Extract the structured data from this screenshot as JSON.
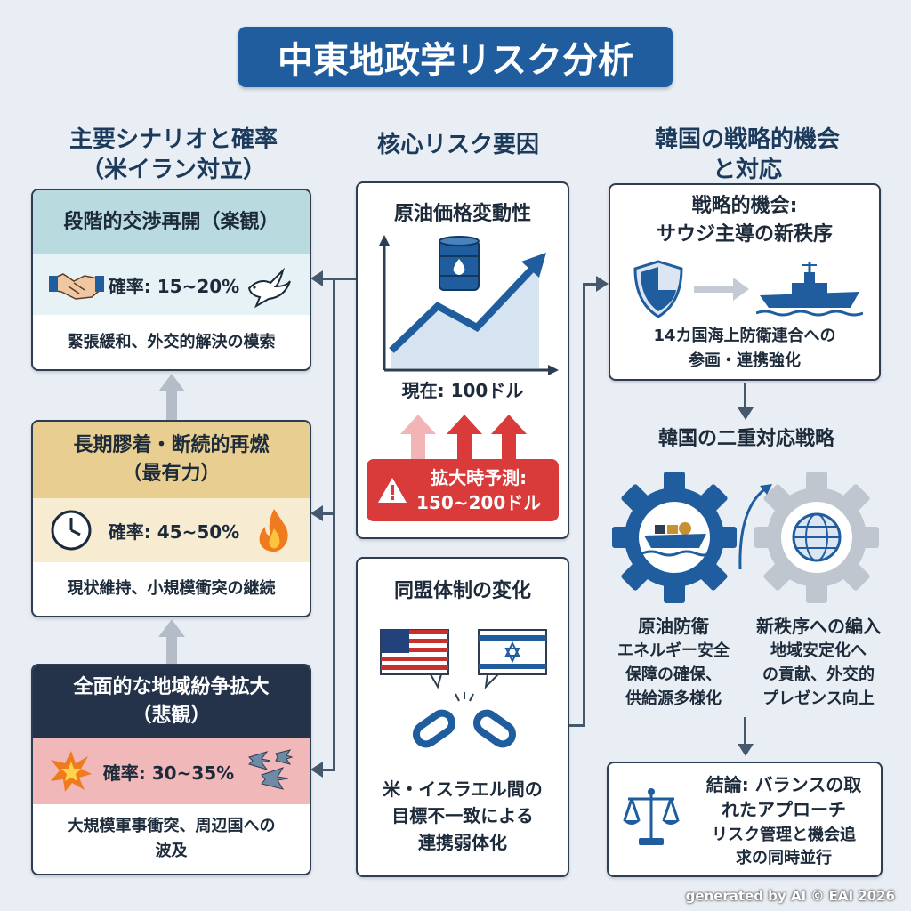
{
  "title": "中東地政学リスク分析",
  "columns": {
    "left": {
      "line1": "主要シナリオと確率",
      "line2": "（米イラン対立）"
    },
    "center": {
      "line1": "核心リスク要因"
    },
    "right": {
      "line1": "韓国の戦略的機会",
      "line2": "と対応"
    }
  },
  "scenarios": [
    {
      "title": "段階的交渉再開（楽観）",
      "probability": "確率: 15~20%",
      "description": "緊張緩和、外交的解決の模索",
      "header_color": "#b9dbe0",
      "mid_color": "#e6f2f6"
    },
    {
      "title_line1": "長期膠着・断続的再燃",
      "title_line2": "（最有力）",
      "probability": "確率: 45~50%",
      "description": "現状維持、小規模衝突の継続",
      "header_color": "#e8cf91",
      "mid_color": "#f7ecd2"
    },
    {
      "title_line1": "全面的な地域紛争拡大",
      "title_line2": "（悲観）",
      "probability": "確率: 30~35%",
      "description_line1": "大規模軍事衝突、周辺国への",
      "description_line2": "波及",
      "header_color": "#24324a",
      "mid_color": "#f0b8b8"
    }
  ],
  "oil": {
    "title": "原油価格変動性",
    "current": "現在: 100ドル",
    "forecast_line1": "拡大時予測:",
    "forecast_line2": "150~200ドル",
    "accent": "#d93a3a"
  },
  "alliance": {
    "title": "同盟体制の変化",
    "desc_line1": "米・イスラエル間の",
    "desc_line2": "目標不一致による",
    "desc_line3": "連携弱体化"
  },
  "opportunity": {
    "title_line1": "戦略的機会:",
    "title_line2": "サウジ主導の新秩序",
    "desc_line1": "14カ国海上防衛連合への",
    "desc_line2": "参画・連携強化"
  },
  "dual": {
    "title": "韓国の二重対応戦略",
    "left_title": "原油防衛",
    "left_line1": "エネルギー安全",
    "left_line2": "保障の確保、",
    "left_line3": "供給源多様化",
    "right_title": "新秩序への編入",
    "right_line1": "地域安定化へ",
    "right_line2": "の貢献、外交的",
    "right_line3": "プレゼンス向上"
  },
  "conclusion": {
    "title_line1": "結論: バランスの取",
    "title_line2": "れたアプローチ",
    "desc_line1": "リスク管理と機会追",
    "desc_line2": "求の同時並行"
  },
  "footer": "generated by AI © EAI 2026",
  "colors": {
    "brand": "#1f5d9e",
    "line": "#46586e",
    "gear_blue": "#1f5d9e",
    "gear_gray": "#bfc6cf"
  }
}
